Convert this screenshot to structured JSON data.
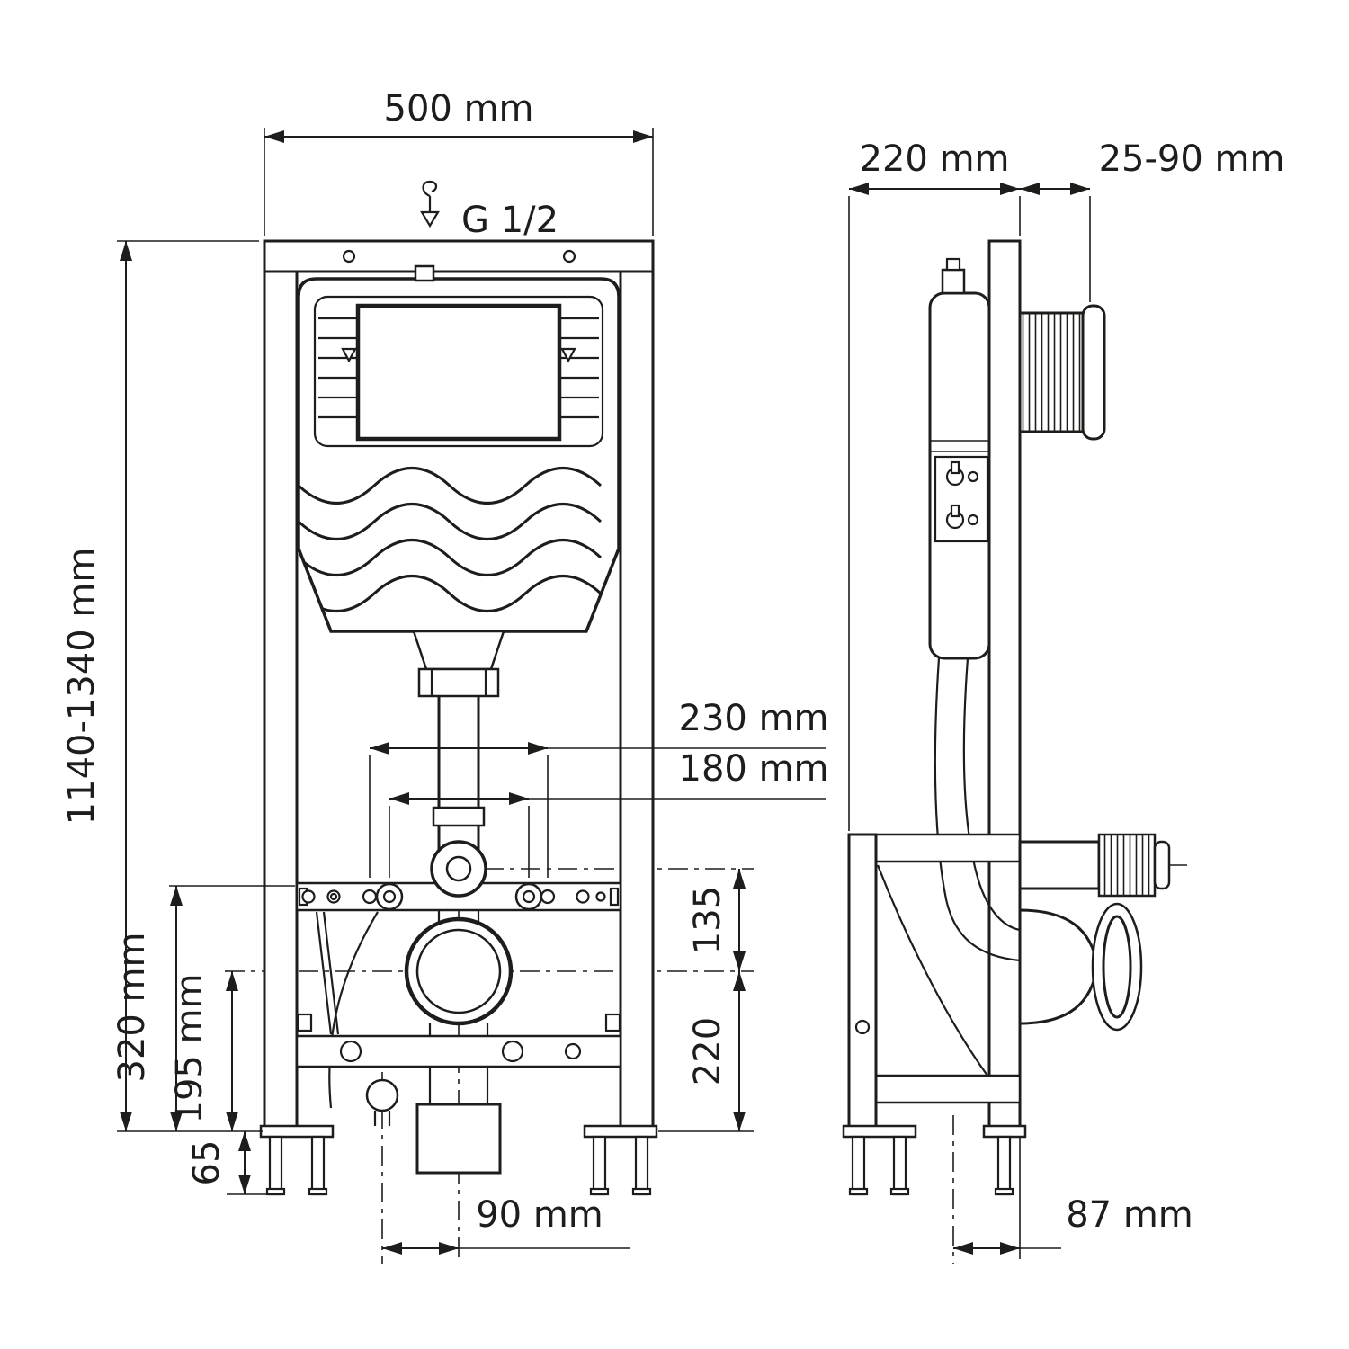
{
  "drawing": {
    "description": "Wall-hung toilet concealed installation frame, dimensioned technical drawing with front and side views",
    "line_color": "#1d1d1b",
    "background": "#ffffff"
  },
  "front": {
    "dims": {
      "width": "500 mm",
      "inlet_thread": "G 1/2",
      "height_range": "1140-1340 mm",
      "fixing_span_outer": "230 mm",
      "fixing_span_inner": "180 mm",
      "connector_to_outlet": "135",
      "outlet_to_floor": "220",
      "outlet_height": "320 mm",
      "outlet_axis_height": "195 mm",
      "foot_adjust": "65",
      "drain_offset": "90 mm"
    }
  },
  "side": {
    "dims": {
      "depth": "220 mm",
      "plate_depth_range": "25-90 mm",
      "outlet_offset": "87 mm"
    }
  }
}
